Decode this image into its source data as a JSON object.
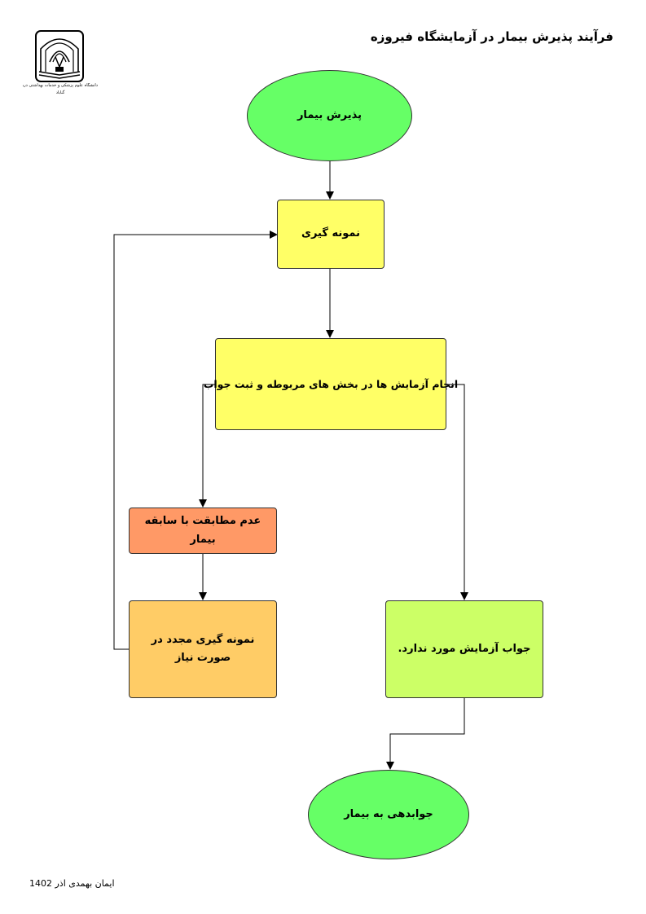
{
  "header": {
    "title": "فرآیند پذیرش بیمار در آزمایشگاه فیروزه",
    "logo_icon": "university-emblem-icon",
    "logo_caption_1": "دانشگاه علوم پزشکی و خدمات بهداشتی درمانی",
    "logo_caption_2": "گناباد"
  },
  "nodes": {
    "reception": {
      "label": "پذیرش بیمار",
      "color": "#66ff66"
    },
    "sampling": {
      "label": "نمونه گیری",
      "color": "#ffff66"
    },
    "testing": {
      "label": "انجام آزمایش ها در بخش های مربوطه و ثبت جواب",
      "color": "#ffff66"
    },
    "mismatch": {
      "label": "عدم مطابقت با سابقه بیمار",
      "color": "#ff9966"
    },
    "resampling": {
      "label": "نمونه گیری مجدد در صورت نیاز",
      "color": "#ffcc66"
    },
    "no_issue": {
      "label": "جواب آزمایش مورد ندارد.",
      "color": "#ccff66"
    },
    "deliver": {
      "label": "جوابدهی به بیمار",
      "color": "#66ff66"
    }
  },
  "footer": {
    "text": "ایمان بهمدی اذر 1402"
  }
}
